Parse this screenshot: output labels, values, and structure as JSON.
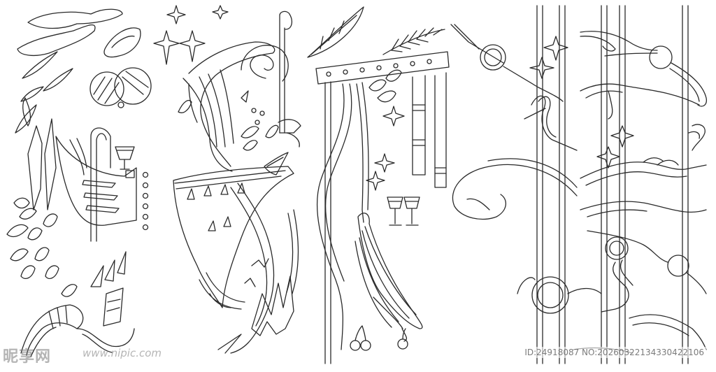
{
  "watermark": {
    "logo_text": "昵享网",
    "url_text": "www.nipic.com",
    "id_text": "ID:24918087 NO:20260322134330422106"
  },
  "colors": {
    "line": "#2a2a2a",
    "background": "#ffffff",
    "watermark": "#787878"
  },
  "panels": [
    "panel-1-leaves-and-flag",
    "panel-2-music-note-wave",
    "panel-3-arch-and-ribbon",
    "panel-4-stave-and-balls"
  ]
}
